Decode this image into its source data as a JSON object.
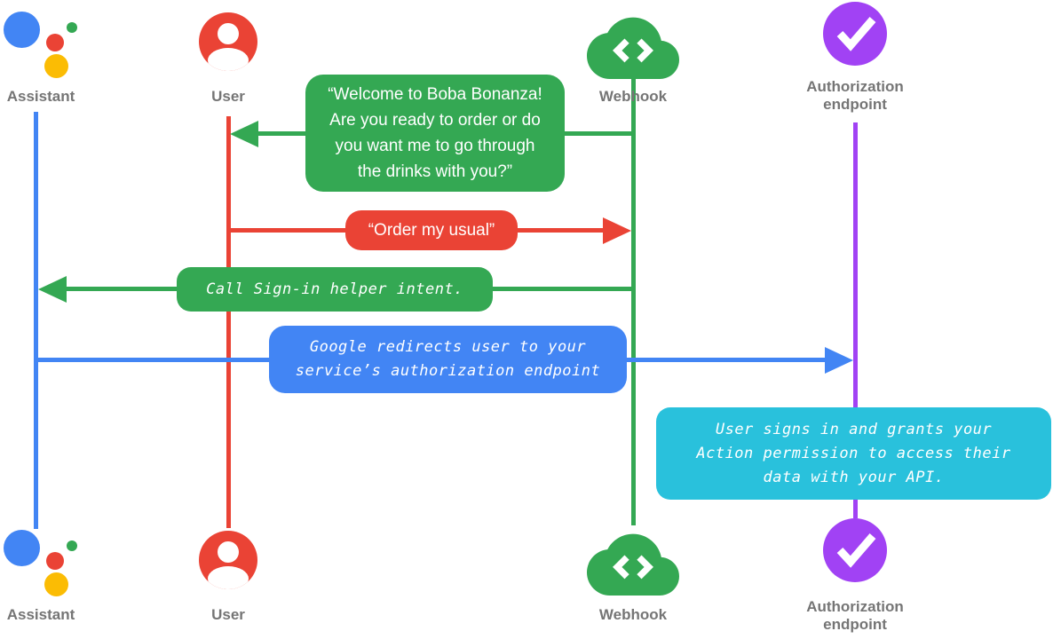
{
  "diagram": {
    "background": "#FFFFFF",
    "label_color": "#757575"
  },
  "palette": {
    "blue": "#4285F4",
    "red": "#EA4335",
    "green": "#34A853",
    "yellow": "#FBBC04",
    "purple": "#A142F4",
    "cyan": "#29C1DC",
    "white": "#FFFFFF"
  },
  "actors": {
    "assistant": {
      "label": "Assistant",
      "color": "#4285F4",
      "icon": "google-assistant-logo"
    },
    "user": {
      "label": "User",
      "color": "#EA4335",
      "icon": "person-icon"
    },
    "webhook": {
      "label": "Webhook",
      "color": "#34A853",
      "icon": "cloud-code-icon"
    },
    "authorization": {
      "label": "Authorization endpoint",
      "color": "#A142F4",
      "icon": "check-circle-icon"
    }
  },
  "messages": {
    "welcome": {
      "from": "webhook",
      "to": "user",
      "color": "#34A853",
      "font": "sans",
      "lines": [
        "“Welcome to Boba Bonanza!",
        "Are you ready to order or do",
        "you want me to go through",
        "the drinks with you?”"
      ]
    },
    "order": {
      "from": "user",
      "to": "webhook",
      "color": "#EA4335",
      "font": "sans",
      "lines": [
        "“Order my usual”"
      ]
    },
    "signin": {
      "from": "webhook",
      "to": "assistant",
      "color": "#34A853",
      "font": "mono",
      "lines": [
        "Call Sign-in helper intent."
      ]
    },
    "redirect": {
      "from": "assistant",
      "to": "authorization",
      "color": "#4285F4",
      "font": "mono",
      "lines": [
        "Google redirects user to your",
        "service’s authorization endpoint"
      ]
    },
    "grant": {
      "type": "note",
      "at": "authorization",
      "color": "#29C1DC",
      "font": "mono",
      "lines": [
        "User signs in and grants your",
        "Action permission to access their",
        "data with your API."
      ]
    }
  }
}
